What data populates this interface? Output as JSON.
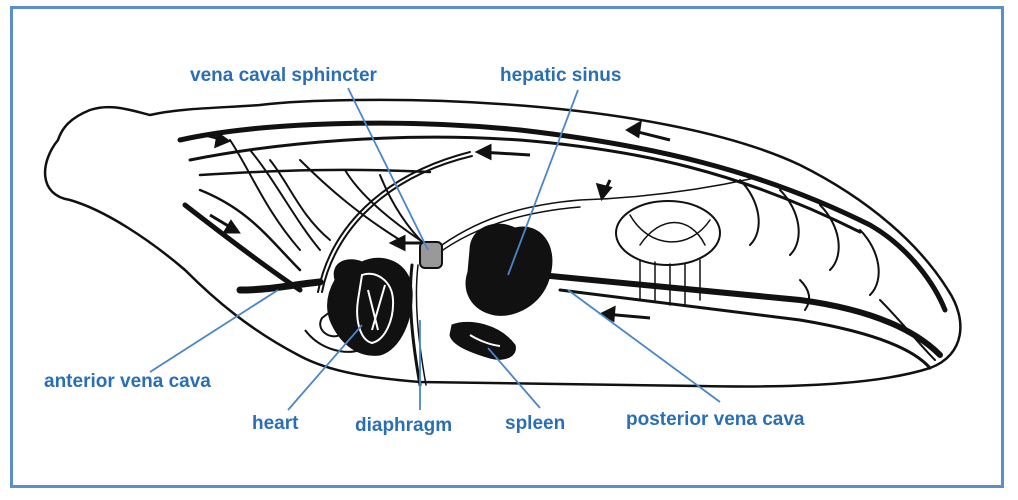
{
  "diagram": {
    "label_color": "#2a6fb5",
    "leader_color": "#4a86c8",
    "frame_color": "#5b8fcc",
    "line_color": "#111111",
    "labels": {
      "vena_caval_sphincter": "vena caval sphincter",
      "hepatic_sinus": "hepatic sinus",
      "anterior_vena_cava": "anterior vena cava",
      "heart": "heart",
      "diaphragm": "diaphragm",
      "spleen": "spleen",
      "posterior_vena_cava": "posterior vena cava"
    }
  }
}
